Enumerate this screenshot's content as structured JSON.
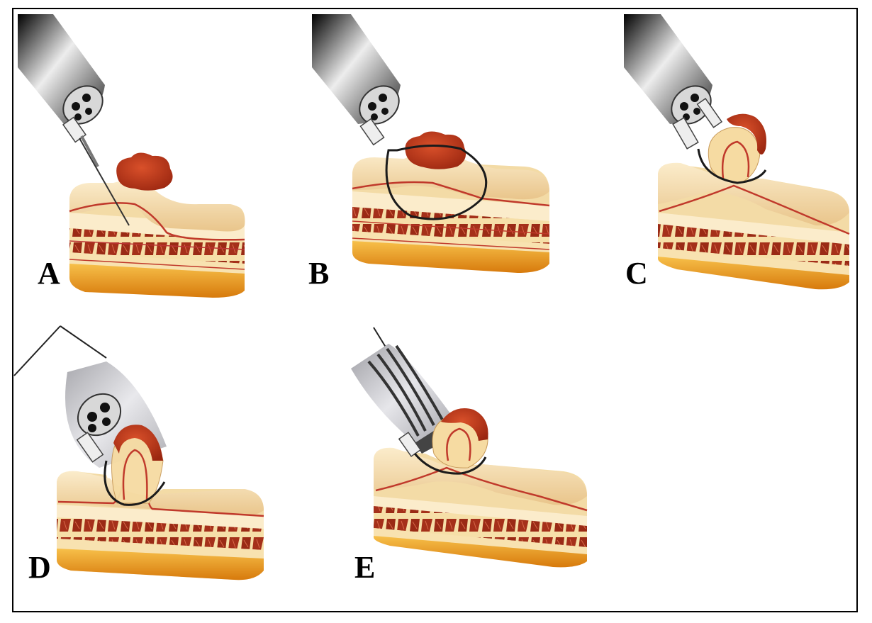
{
  "panels": [
    {
      "id": "A",
      "label": "A"
    },
    {
      "id": "B",
      "label": "B"
    },
    {
      "id": "C",
      "label": "C"
    },
    {
      "id": "D",
      "label": "D"
    },
    {
      "id": "E",
      "label": "E"
    }
  ],
  "colors": {
    "tissue_top": "#f6dfa8",
    "tissue_light": "#fbeccb",
    "tissue_mid": "#efc98a",
    "lesion": "#c0391b",
    "lesion_dark": "#8e2410",
    "muscle": "#9a2a15",
    "serosa": "#f0a21e",
    "red_line": "#c0392b",
    "scope_dark": "#1a1a1a",
    "scope_light": "#d9d9d9",
    "cap": "#cfcfd4",
    "snare": "#1b1b1b"
  }
}
